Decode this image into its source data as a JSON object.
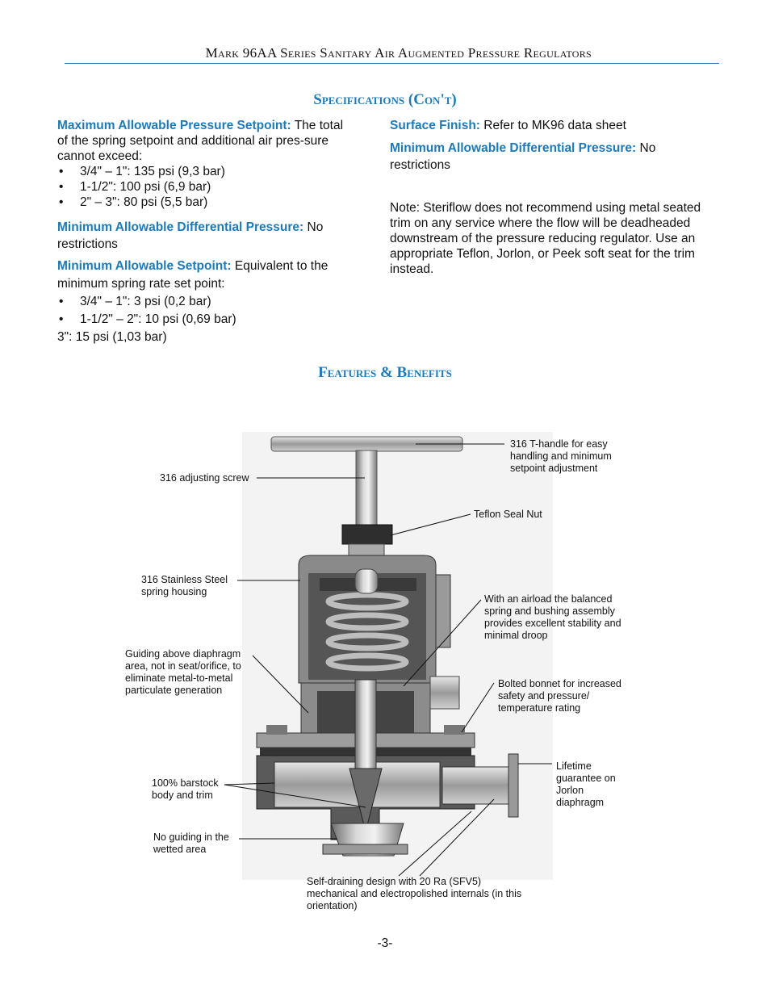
{
  "header": {
    "title": "Mark 96AA Series Sanitary Air Augmented Pressure Regulators"
  },
  "sections": {
    "specs_title": "Specifications (Con't)",
    "features_title": "Features & Benefits"
  },
  "left_col": {
    "max_setpoint_label": "Maximum Allowable Pressure Setpoint:",
    "max_setpoint_text": " The total of the spring setpoint and additional air pres-sure cannot exceed:",
    "max_bullets": [
      "3/4\" – 1\": 135 psi (9,3 bar)",
      "1-1/2\": 100 psi (6,9 bar)",
      "2\" – 3\": 80 psi (5,5 bar)"
    ],
    "min_diff_label": "Minimum Allowable Differential Pressure:",
    "min_diff_text": " No restrictions",
    "min_setpoint_label": "Minimum Allowable Setpoint:",
    "min_setpoint_text": " Equivalent to the minimum spring rate set point:",
    "min_bullets": [
      "3/4\" – 1\": 3 psi (0,2 bar)",
      "1-1/2\" – 2\": 10 psi (0,69 bar)"
    ],
    "last_line": "3\": 15 psi (1,03 bar)"
  },
  "right_col": {
    "surface_label": "Surface Finish:",
    "surface_text": " Refer to MK96 data sheet",
    "min_diff_label": "Minimum Allowable Differential Pressure:",
    "min_diff_text": " No restrictions",
    "note": "Note: Steriflow does not recommend using metal seated trim on any service where the flow will be deadheaded downstream of the pressure reducing regulator. Use an appropriate Teflon, Jorlon, or Peek soft seat for the trim instead."
  },
  "callouts": {
    "t_handle": "316 T-handle for easy handling and minimum setpoint adjustment",
    "adjusting_screw": "316 adjusting screw",
    "seal_nut": "Teflon Seal Nut",
    "spring_housing": "316 Stainless Steel spring housing",
    "airload": "With an airload the balanced spring and bushing assembly provides excellent stability and minimal droop",
    "guiding_above": "Guiding above diaphragm area, not in seat/orifice, to eliminate metal-to-metal particulate generation",
    "bolted_bonnet": "Bolted bonnet for increased safety and pressure/ temperature rating",
    "lifetime": "Lifetime guarantee on Jorlon diaphragm",
    "barstock": "100% barstock body and trim",
    "no_guiding": "No guiding in the wetted area",
    "self_draining": "Self-draining design with 20 Ra (SFV5) mechanical and electropolished internals (in this orientation)"
  },
  "footer": {
    "page_number": "-3-"
  },
  "colors": {
    "accent": "#1d7ab8",
    "rule": "#1f6fb3"
  }
}
